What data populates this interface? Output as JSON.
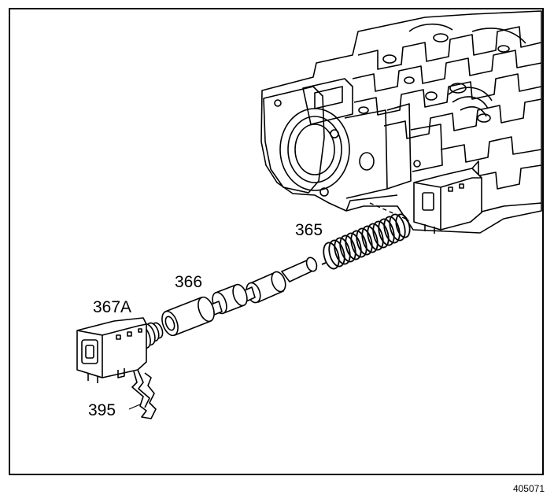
{
  "callouts": {
    "spring": "365",
    "valve": "366",
    "solenoid": "367A",
    "clip": "395"
  },
  "figure_number": "405071"
}
